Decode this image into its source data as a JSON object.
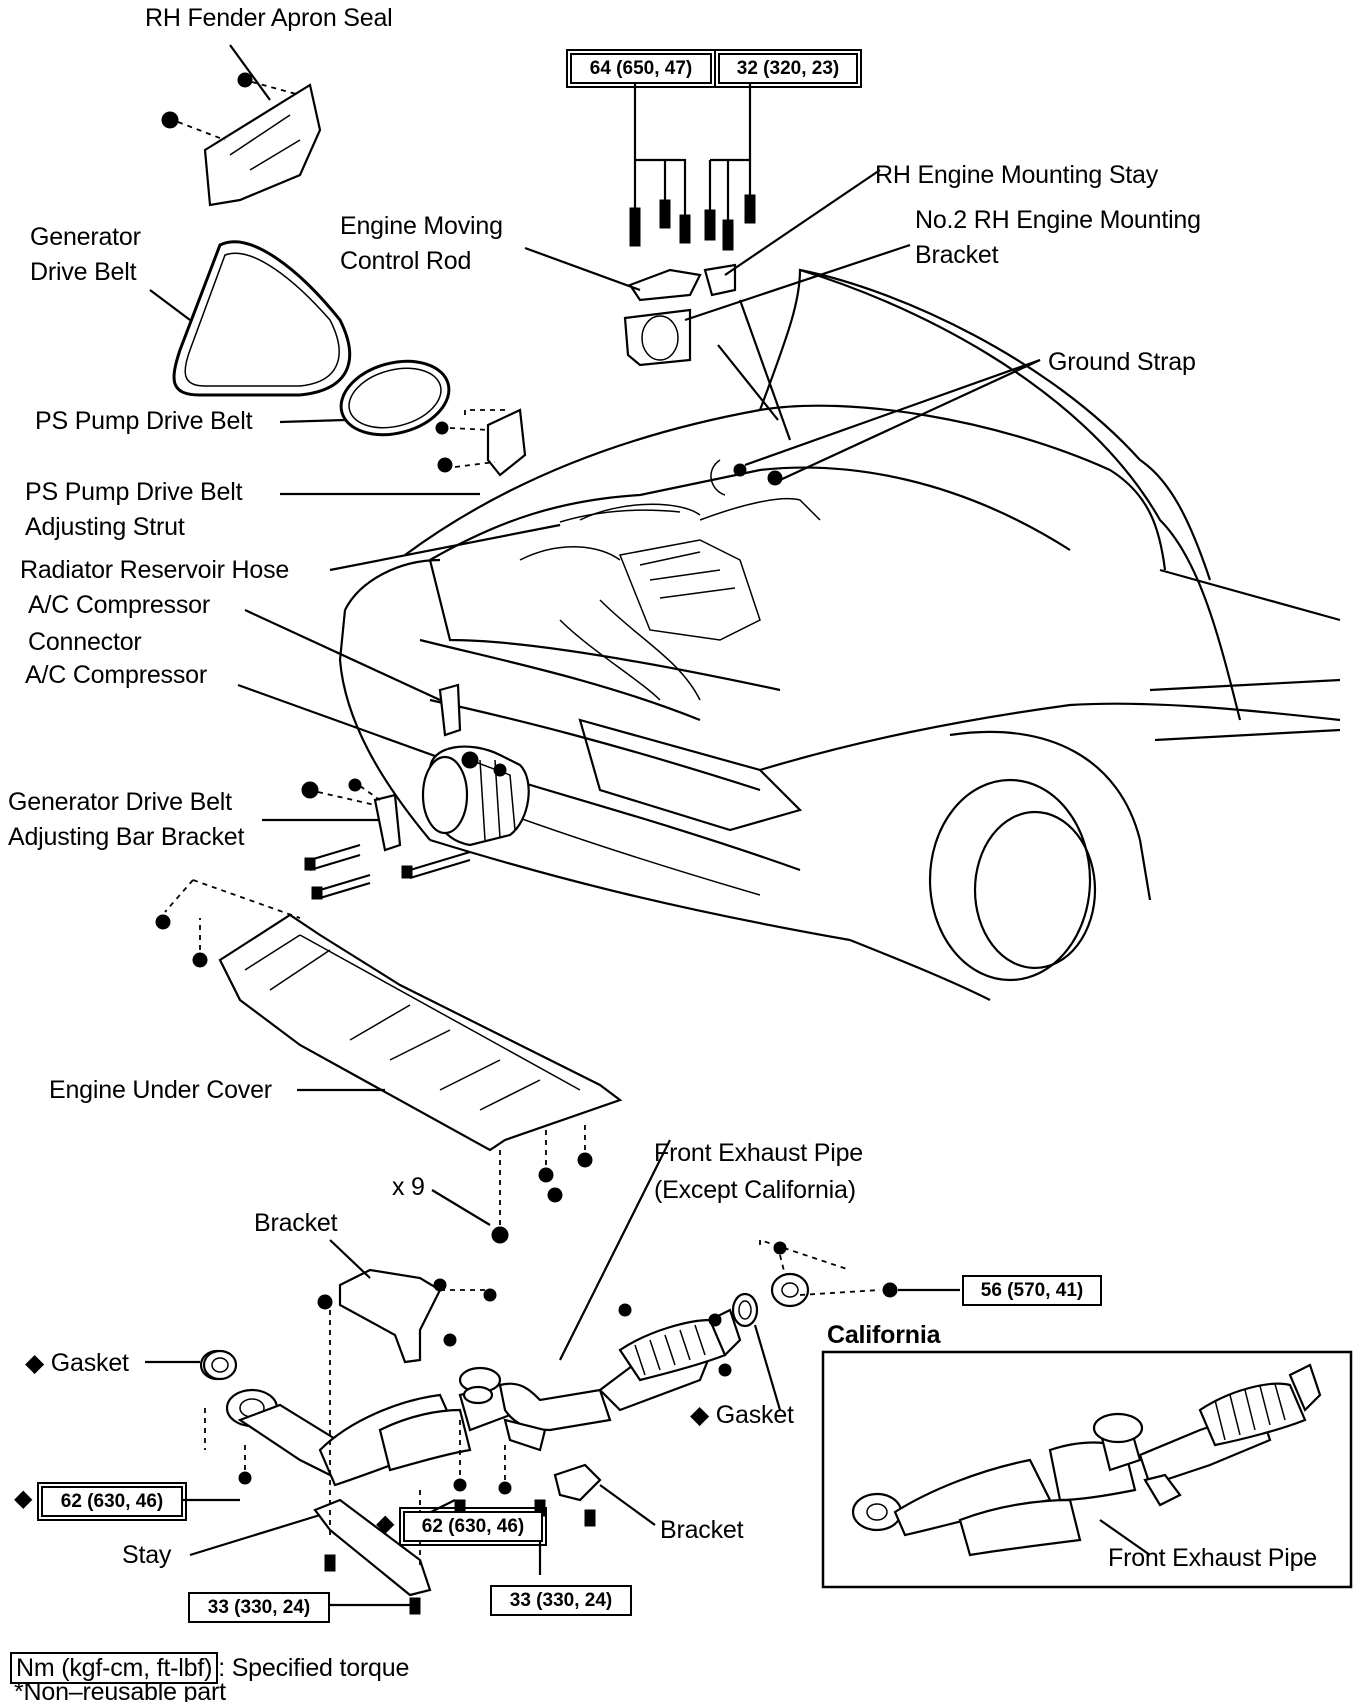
{
  "labels": {
    "rh_fender_apron_seal": "RH Fender Apron Seal",
    "generator_drive_belt_1": "Generator",
    "generator_drive_belt_2": "Drive Belt",
    "engine_moving_control_rod_1": "Engine Moving",
    "engine_moving_control_rod_2": "Control Rod",
    "rh_engine_mounting_stay": "RH Engine Mounting Stay",
    "no2_rh_engine_mounting_bracket_1": "No.2 RH Engine Mounting",
    "no2_rh_engine_mounting_bracket_2": "Bracket",
    "ground_strap": "Ground Strap",
    "ps_pump_drive_belt": "PS Pump Drive Belt",
    "ps_pump_adjusting_strut_1": "PS Pump Drive Belt",
    "ps_pump_adjusting_strut_2": "Adjusting Strut",
    "radiator_reservoir_hose": "Radiator Reservoir Hose",
    "ac_compressor_connector_1": "A/C  Compressor",
    "ac_compressor_connector_2": "Connector",
    "ac_compressor": "A/C Compressor",
    "gen_adjusting_bar_bracket_1": "Generator Drive Belt",
    "gen_adjusting_bar_bracket_2": "Adjusting Bar Bracket",
    "engine_under_cover": "Engine Under Cover",
    "x9": "x 9",
    "front_exhaust_pipe_exc_ca_1": "Front Exhaust Pipe",
    "front_exhaust_pipe_exc_ca_2": "(Except California)",
    "bracket_top": "Bracket",
    "gasket_left": "Gasket",
    "gasket_right": "Gasket",
    "california": "California",
    "front_exhaust_pipe_ca": "Front Exhaust Pipe",
    "bracket_bottom": "Bracket",
    "stay": "Stay"
  },
  "torques": {
    "t64": "64 (650, 47)",
    "t32": "32 (320, 23)",
    "t56": "56 (570, 41)",
    "t62_left": "62 (630, 46)",
    "t62_mid": "62 (630, 46)",
    "t33_left": "33 (330, 24)",
    "t33_mid": "33 (330, 24)"
  },
  "legend": {
    "unit_box": "Nm (kgf-cm, ft-lbf)",
    "unit_text": ": Specified torque",
    "non_reusable": "*Non–reusable part"
  },
  "symbols": {
    "diamond": "◆"
  }
}
